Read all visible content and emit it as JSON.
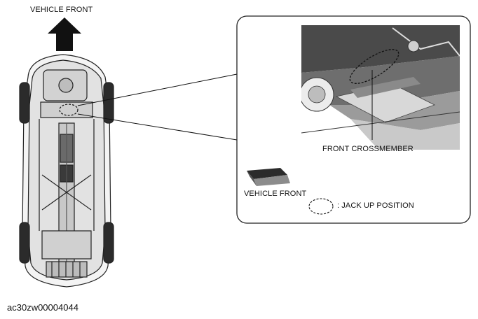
{
  "top_label": "VEHICLE FRONT",
  "detail": {
    "part_label": "FRONT CROSSMEMBER",
    "direction_label": "VEHICLE FRONT",
    "legend_label": ": JACK UP POSITION"
  },
  "figure_id": "ac30zw00004044"
}
